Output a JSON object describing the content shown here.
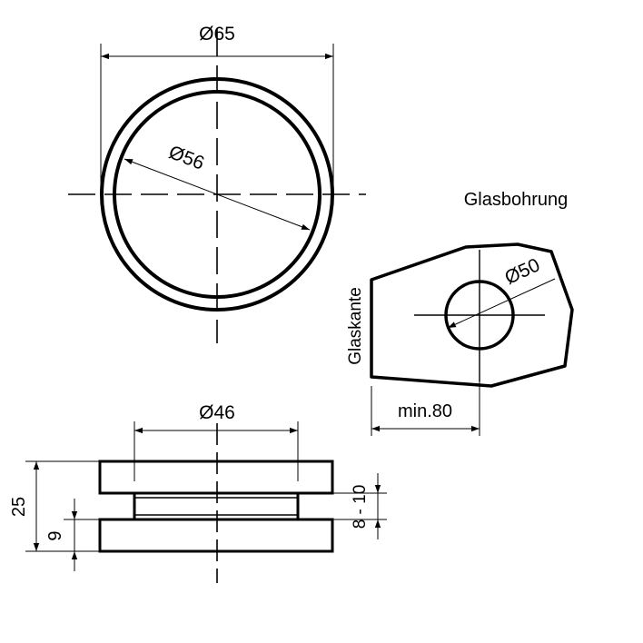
{
  "labels": {
    "outer_diameter": "Ø65",
    "inner_diameter": "Ø56",
    "groove_diameter": "Ø46",
    "hole_diameter": "Ø50",
    "glass_hole": "Glasbohrung",
    "glass_edge": "Glaskante",
    "min_distance": "min.80",
    "total_height": "25",
    "lower_height": "9",
    "glass_thickness": "8 - 10"
  },
  "colors": {
    "line": "#000000",
    "background": "#ffffff"
  }
}
